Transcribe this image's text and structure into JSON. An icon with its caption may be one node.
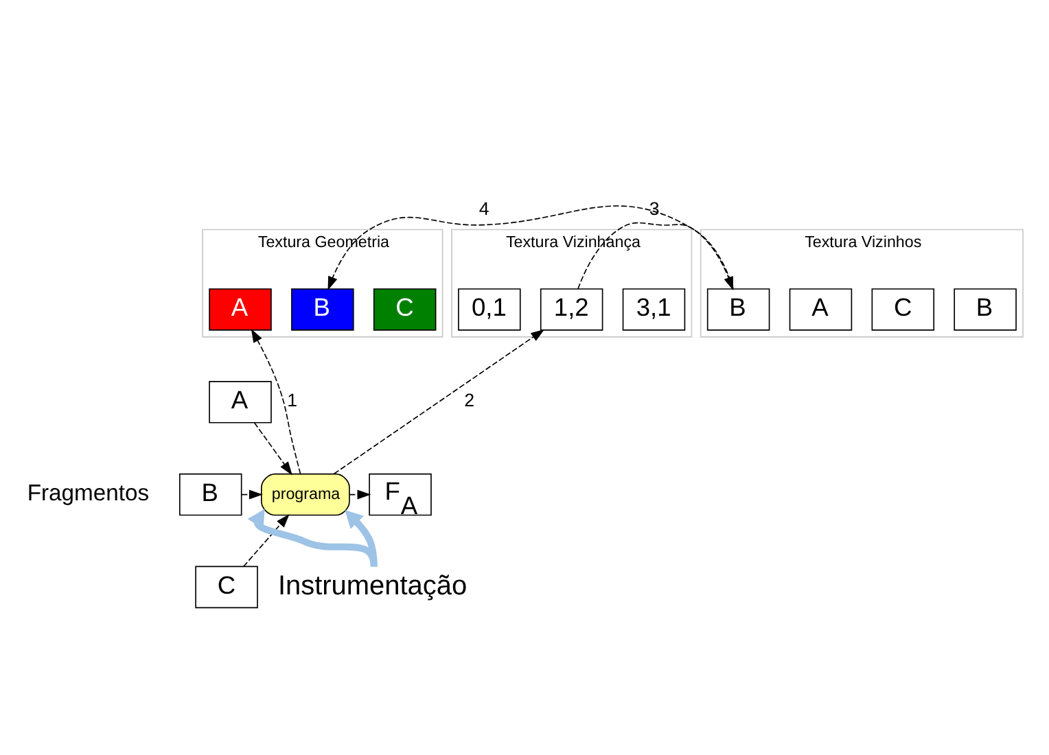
{
  "diagram": {
    "nodes": [
      {
        "text": [
          "Textura Geometria"
        ]
      },
      {
        "text": [
          "A"
        ],
        "in": 0
      },
      {
        "text": [
          "B"
        ],
        "in": 0
      },
      {
        "text": [
          "C"
        ],
        "in": 0
      },
      {
        "text": [
          "Textura Vizinhos"
        ]
      },
      {
        "text": [
          "B"
        ],
        "in": 4
      },
      {
        "text": [
          "A"
        ],
        "in": 4
      },
      {
        "text": [
          "C"
        ],
        "in": 4
      },
      {
        "text": [
          "B"
        ],
        "in": 4
      },
      {
        "text": [
          "Textura Vizinhança"
        ]
      },
      {
        "text": [
          "0,1"
        ],
        "in": 9
      },
      {
        "text": [
          "1,2"
        ],
        "in": 9
      },
      {
        "text": [
          "3,1"
        ],
        "in": 9
      },
      {
        "text": [
          "A"
        ]
      },
      {
        "text": [
          "B"
        ]
      },
      {
        "text": [
          "C"
        ]
      },
      {
        "text": [
          "programa"
        ]
      },
      {
        "text": [
          "F$_{A}$"
        ]
      },
      {
        "text": [
          "Instrumentação"
        ]
      }
    ],
    "edges": [
      {
        "from": 13,
        "to": 16,
        "arrow": "to",
        "style": "dashed"
      },
      {
        "from": 14,
        "to": 16,
        "arrow": "to",
        "style": "dashed"
      },
      {
        "from": 15,
        "to": 16,
        "arrow": "to",
        "style": "dashed"
      },
      {
        "from": 16,
        "to": 17,
        "arrow": "to",
        "style": "dashed"
      },
      {
        "from": 16,
        "to": 1,
        "label": "1",
        "arrow": "to",
        "style": "dashed"
      },
      {
        "from": 16,
        "to": 11,
        "label": "2",
        "arrow": "to",
        "style": "dashed"
      },
      {
        "from": 11,
        "to": 5,
        "label": "3",
        "arrow": "to",
        "style": "dashed"
      },
      {
        "from": 5,
        "to": 2,
        "label": "4",
        "arrow": "to",
        "style": "dashed"
      },
      {
        "from": 18,
        "to": 16,
        "arrow": "to",
        "style": "thick",
        "color": "#9dc3e6"
      },
      {
        "from": 18,
        "to": 16,
        "arrow": "to",
        "style": "thick",
        "color": "#9dc3e6"
      }
    ],
    "labels": [
      "Fragmentos"
    ]
  }
}
